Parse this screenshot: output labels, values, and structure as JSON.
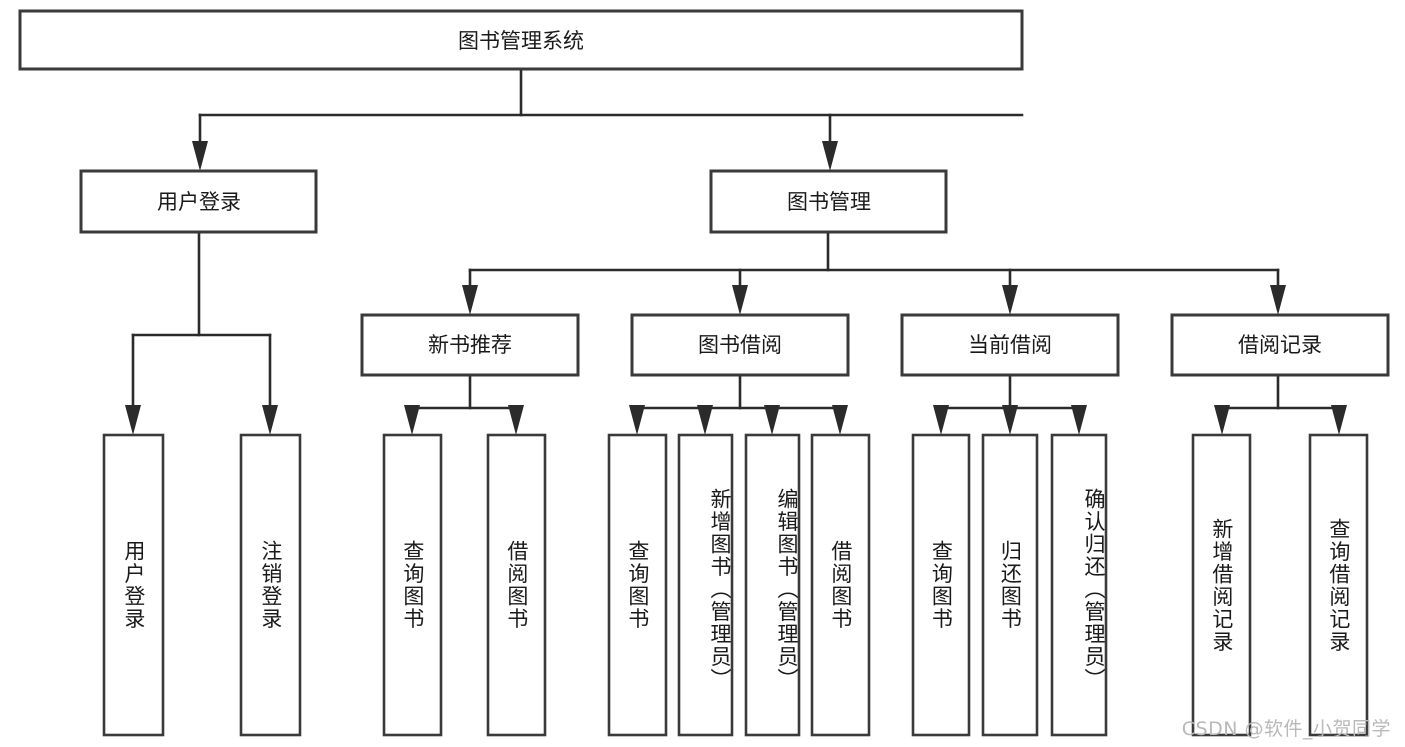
{
  "diagram": {
    "title": "图书管理系统",
    "type": "tree-hierarchy",
    "root": {
      "id": "root",
      "label": "图书管理系统"
    },
    "level2": [
      {
        "id": "user-login",
        "label": "用户登录"
      },
      {
        "id": "book-manage",
        "label": "图书管理"
      }
    ],
    "level3": [
      {
        "id": "new-book-recommend",
        "label": "新书推荐",
        "parent": "book-manage"
      },
      {
        "id": "book-borrow",
        "label": "图书借阅",
        "parent": "book-manage"
      },
      {
        "id": "current-borrow",
        "label": "当前借阅",
        "parent": "book-manage"
      },
      {
        "id": "borrow-record",
        "label": "借阅记录",
        "parent": "book-manage"
      }
    ],
    "leaves": [
      {
        "id": "leaf-user-login",
        "label": "用户登录",
        "parent": "user-login"
      },
      {
        "id": "leaf-logout-login",
        "label": "注销登录",
        "parent": "user-login"
      },
      {
        "id": "leaf-query-book-1",
        "label": "查询图书",
        "parent": "new-book-recommend"
      },
      {
        "id": "leaf-borrow-book-1",
        "label": "借阅图书",
        "parent": "new-book-recommend"
      },
      {
        "id": "leaf-query-book-2",
        "label": "查询图书",
        "parent": "book-borrow"
      },
      {
        "id": "leaf-add-book",
        "label": "新增图书（管理员）",
        "parent": "book-borrow"
      },
      {
        "id": "leaf-edit-book",
        "label": "编辑图书（管理员）",
        "parent": "book-borrow"
      },
      {
        "id": "leaf-borrow-book-2",
        "label": "借阅图书",
        "parent": "book-borrow"
      },
      {
        "id": "leaf-query-book-3",
        "label": "查询图书",
        "parent": "current-borrow"
      },
      {
        "id": "leaf-return-book",
        "label": "归还图书",
        "parent": "current-borrow"
      },
      {
        "id": "leaf-confirm-return",
        "label": "确认归还（管理员）",
        "parent": "current-borrow"
      },
      {
        "id": "leaf-add-record",
        "label": "新增借阅记录",
        "parent": "borrow-record"
      },
      {
        "id": "leaf-query-record",
        "label": "查询借阅记录",
        "parent": "borrow-record"
      }
    ],
    "watermark": "CSDN @软件_小贺同学",
    "colors": {
      "box_stroke": "#3a3a3a",
      "connector": "#2b2b2b",
      "background": "#ffffff",
      "text": "#1a1a1a",
      "watermark": "#b9b9b9"
    }
  }
}
